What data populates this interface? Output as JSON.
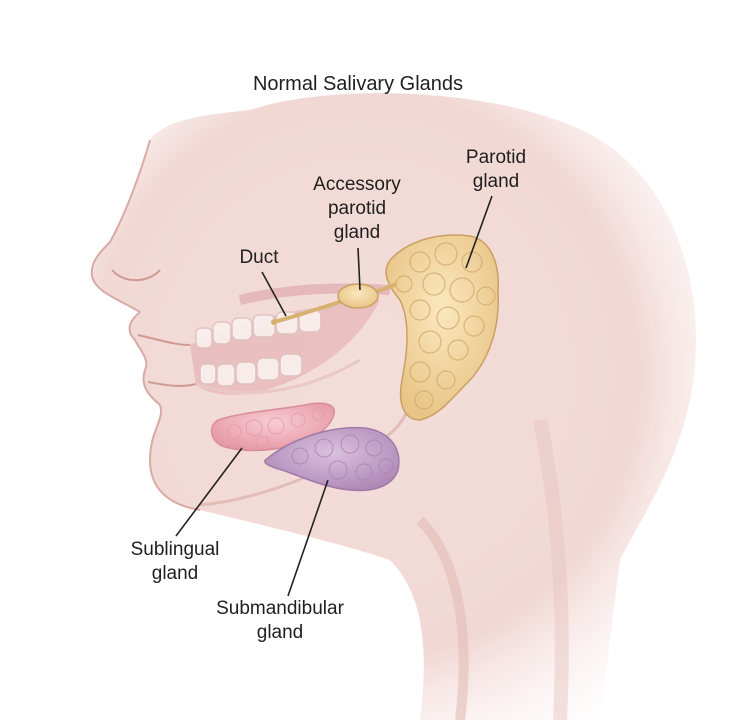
{
  "title": "Normal Salivary Glands",
  "labels": {
    "parotid": [
      "Parotid",
      "gland"
    ],
    "accessory_parotid": [
      "Accessory",
      "parotid",
      "gland"
    ],
    "duct": [
      "Duct"
    ],
    "sublingual": [
      "Sublingual",
      "gland"
    ],
    "submandibular": [
      "Submandibular",
      "gland"
    ]
  },
  "colors": {
    "skin": "#f1d9d6",
    "skin_shadow": "#e6bfba",
    "parotid_gland": "#f3d9a2",
    "sublingual_gland": "#f0b4bf",
    "submandibular_gland": "#c7a4cc",
    "leader_line": "#222222"
  }
}
